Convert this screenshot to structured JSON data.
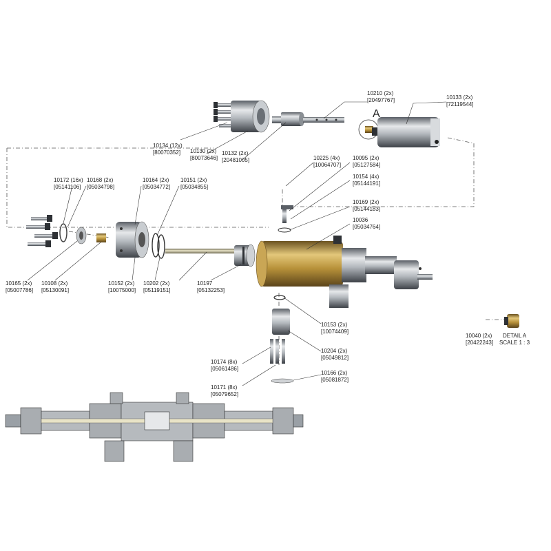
{
  "callouts": [
    {
      "id": "c10210",
      "part": "10210 (2x)",
      "code": "[20497767]"
    },
    {
      "id": "c10133",
      "part": "10133 (2x)",
      "code": "[72119544]"
    },
    {
      "id": "c10134",
      "part": "10134 (12x)",
      "code": "[80070352]"
    },
    {
      "id": "c10130",
      "part": "10130 (2x)",
      "code": "[80073646]"
    },
    {
      "id": "c10132",
      "part": "10132 (2x)",
      "code": "[20481005]"
    },
    {
      "id": "c10225",
      "part": "10225 (4x)",
      "code": "[10064707]"
    },
    {
      "id": "c10095",
      "part": "10095 (2x)",
      "code": "[05127584]"
    },
    {
      "id": "c10154",
      "part": "10154 (4x)",
      "code": "[05144191]"
    },
    {
      "id": "c10169",
      "part": "10169 (2x)",
      "code": "[05144183]"
    },
    {
      "id": "c10036",
      "part": "10036",
      "code": "[05034764]"
    },
    {
      "id": "c10172",
      "part": "10172 (16x)",
      "code": "[05141106]"
    },
    {
      "id": "c10168",
      "part": "10168 (2x)",
      "code": "[05034798]"
    },
    {
      "id": "c10164",
      "part": "10164 (2x)",
      "code": "[05034772]"
    },
    {
      "id": "c10151",
      "part": "10151 (2x)",
      "code": "[05034855]"
    },
    {
      "id": "c10165",
      "part": "10165 (2x)",
      "code": "[05007786]"
    },
    {
      "id": "c10108",
      "part": "10108 (2x)",
      "code": "[05130091]"
    },
    {
      "id": "c10152",
      "part": "10152 (2x)",
      "code": "[10075000]"
    },
    {
      "id": "c10202",
      "part": "10202 (2x)",
      "code": "[05119151]"
    },
    {
      "id": "c10197",
      "part": "10197",
      "code": "[05132253]"
    },
    {
      "id": "c10153",
      "part": "10153 (2x)",
      "code": "[10074409]"
    },
    {
      "id": "c10204",
      "part": "10204 (2x)",
      "code": "[05049812]"
    },
    {
      "id": "c10174",
      "part": "10174 (8x)",
      "code": "[05061486]"
    },
    {
      "id": "c10171",
      "part": "10171 (8x)",
      "code": "[05079652]"
    },
    {
      "id": "c10166",
      "part": "10166 (2x)",
      "code": "[05081872]"
    },
    {
      "id": "c10040",
      "part": "10040 (2x)",
      "code": "[20422243]"
    }
  ],
  "detail": {
    "marker": "A",
    "title": "DETAIL A",
    "scale": "SCALE 1 : 3"
  },
  "colors": {
    "steel": "#9aa0a6",
    "steel_dark": "#4a4f55",
    "brass": "#b8923a",
    "brass_light": "#e3c77a",
    "section_fill": "#a9adb1"
  }
}
